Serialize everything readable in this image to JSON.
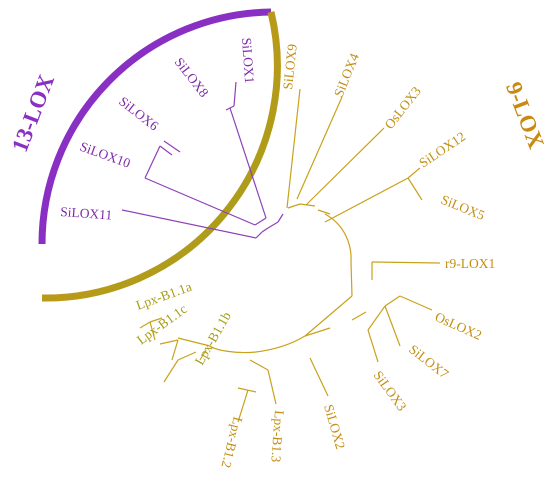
{
  "colors": {
    "purple": "#8a2fc4",
    "purple_line": "#8d41b8",
    "orange": "#d4940f",
    "olive": "#a2a11c",
    "tip_gold": "#c9a21b"
  },
  "groups": {
    "lox13": {
      "label": "13-LOX"
    },
    "lox9": {
      "label": "9-LOX"
    }
  },
  "tree_labels": {
    "siLOX11": "SiLOX11",
    "siLOX10": "SiLOX10",
    "siLOX6": "SiLOX6",
    "siLOX8": "SiLOX8",
    "siLOX1": "SiLOX1",
    "siLOX9": "SiLOX9",
    "siLOX4": "SiLOX4",
    "osLOX3": "OsLOX3",
    "siLOX12": "SiLOX12",
    "siLOX5": "SiLOX5",
    "r9LOX1": "r9-LOX1",
    "osLOX2": "OsLOX2",
    "siLOX7": "SiLOX7",
    "siLOX3": "SiLOX3",
    "siLOX2": "SiLOX2",
    "lpxB13": "Lpx-B1.3",
    "lpxB12": "Lpx-B1.2",
    "lpxB11b": "Lpx-B1.1b",
    "lpxB11c": "Lpx-B1.1c",
    "lpxB11a": "Lpx-B1.1a"
  }
}
